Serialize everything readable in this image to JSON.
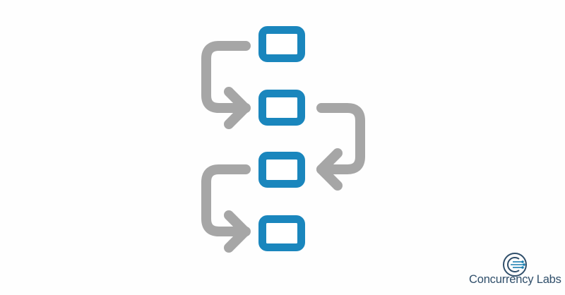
{
  "brand": {
    "name": "Concurrency",
    "suffix": "Labs",
    "primary_color": "#2f4e6a",
    "accent_color": "#1a7fb0"
  },
  "diagram": {
    "node_count": 4,
    "node_color": "#1a86bd",
    "connector_color": "#a6a6a6",
    "connectors": [
      {
        "from": 1,
        "to": 2,
        "side": "left"
      },
      {
        "from": 2,
        "to": 3,
        "side": "right"
      },
      {
        "from": 3,
        "to": 4,
        "side": "left"
      }
    ]
  }
}
